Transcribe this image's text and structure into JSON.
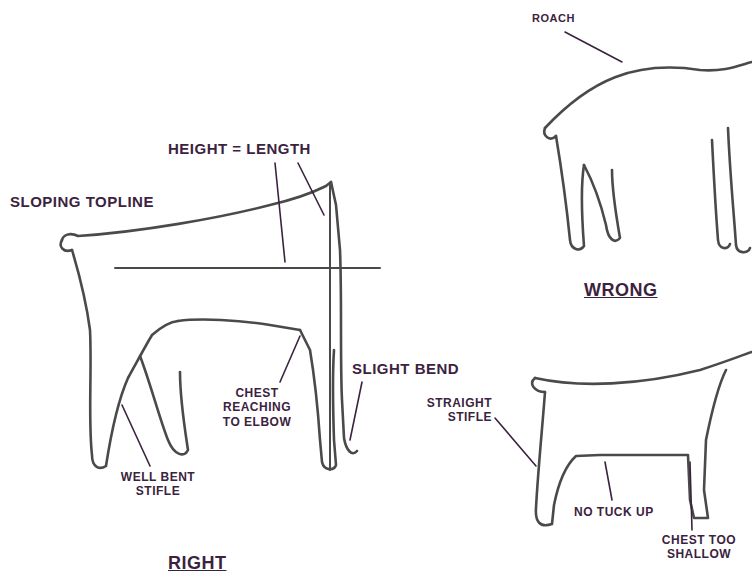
{
  "diagram": {
    "labels": [
      "ROACH",
      "HEIGHT = LENGTH",
      "SLOPING TOPLINE",
      "WRONG",
      "SLIGHT BEND",
      "CHEST REACHING TO ELBOW",
      "STRAIGHT STIFLE",
      "WELL BENT STIFLE",
      "NO TUCK UP",
      "CHEST TOO SHALLOW",
      "RIGHT"
    ]
  }
}
